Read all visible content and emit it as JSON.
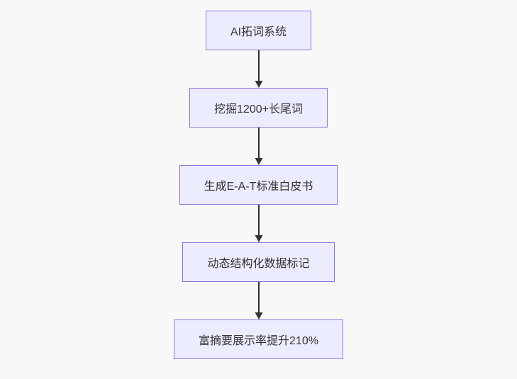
{
  "flowchart": {
    "direction": "top-down",
    "background_color": "#f8f8f8",
    "node_fill_color": "#ECECFF",
    "node_border_color": "#9370DB",
    "arrow_color": "#333333",
    "text_color": "#333333",
    "nodes": [
      {
        "id": "step-1",
        "label": "AI拓词系统"
      },
      {
        "id": "step-2",
        "label": "挖掘1200+长尾词"
      },
      {
        "id": "step-3",
        "label": "生成E-A-T标准白皮书"
      },
      {
        "id": "step-4",
        "label": "动态结构化数据标记"
      },
      {
        "id": "step-5",
        "label": "富摘要展示率提升210%"
      }
    ],
    "edges": [
      {
        "from": "step-1",
        "to": "step-2"
      },
      {
        "from": "step-2",
        "to": "step-3"
      },
      {
        "from": "step-3",
        "to": "step-4"
      },
      {
        "from": "step-4",
        "to": "step-5"
      }
    ]
  }
}
